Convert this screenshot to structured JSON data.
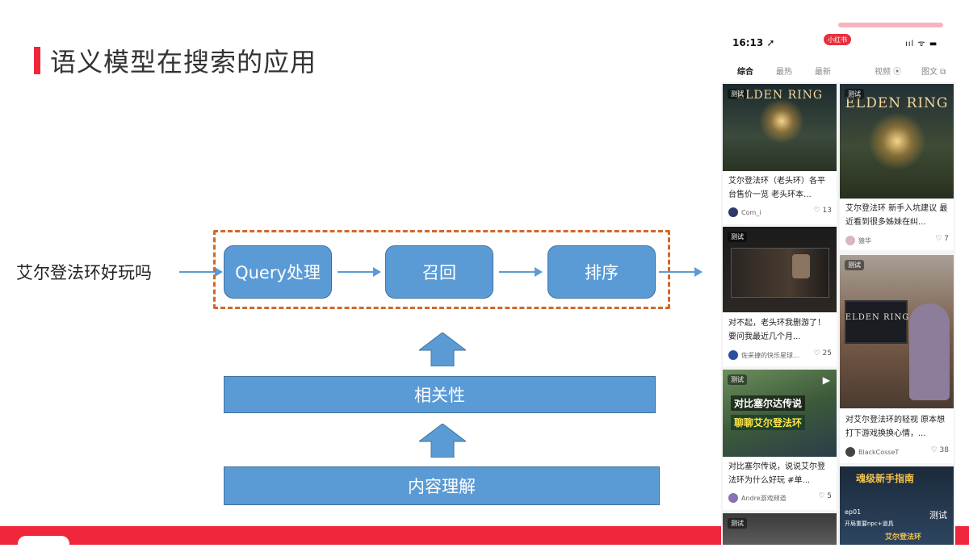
{
  "slide": {
    "title": "语义模型在搜索的应用"
  },
  "diagram": {
    "query": "艾尔登法环好玩吗",
    "stages": [
      "Query处理",
      "召回",
      "排序"
    ],
    "layers": [
      "相关性",
      "内容理解"
    ],
    "colors": {
      "box": "#5b9bd5",
      "dashed": "#d0682a",
      "accent": "#f0263c"
    }
  },
  "phone": {
    "status": {
      "time": "16:13 ➚",
      "badge": "小红书",
      "icons": "ııl ᯤ ▬"
    },
    "tabs": [
      "综合",
      "最热",
      "最新",
      "视频 ⦿",
      "图文 ⧉"
    ],
    "cards": [
      {
        "tag": "测试",
        "overlay": "ELDEN RING",
        "text": "艾尔登法环（老头环）各平台售价一览 老头环本...",
        "author": "Com_i",
        "likes": "13"
      },
      {
        "tag": "测试",
        "overlay": "ELDEN RING",
        "text": "艾尔登法环 新手入坑建议 最近看到很多姊妹在纠...",
        "author": "猿华",
        "likes": "7"
      },
      {
        "tag": "测试",
        "text": "对不起，老头环我删游了！ 要问我最近几个月...",
        "author": "佐采捷的快乐星球...",
        "likes": "25"
      },
      {
        "tag": "测试",
        "overlay": "ELDEN RING",
        "text": "对艾尔登法环的轻视 原本想打下游戏换换心情，...",
        "author": "BlackCosseT",
        "likes": "38"
      },
      {
        "tag": "测试",
        "overlay": "对比塞尔达传说",
        "overlay2": "聊聊艾尔登法环",
        "text": "对比塞尔传说，说说艾尔登法环为什么好玩 #单...",
        "author": "Andre游戏频道",
        "likes": "5"
      },
      {
        "tag": "测试",
        "overlay": "魂级新手指南",
        "overlay2": "ep01",
        "overlay3": "开局重要npc+道具",
        "overlay4": "艾尔登法环"
      },
      {
        "tag": "测试"
      }
    ]
  }
}
